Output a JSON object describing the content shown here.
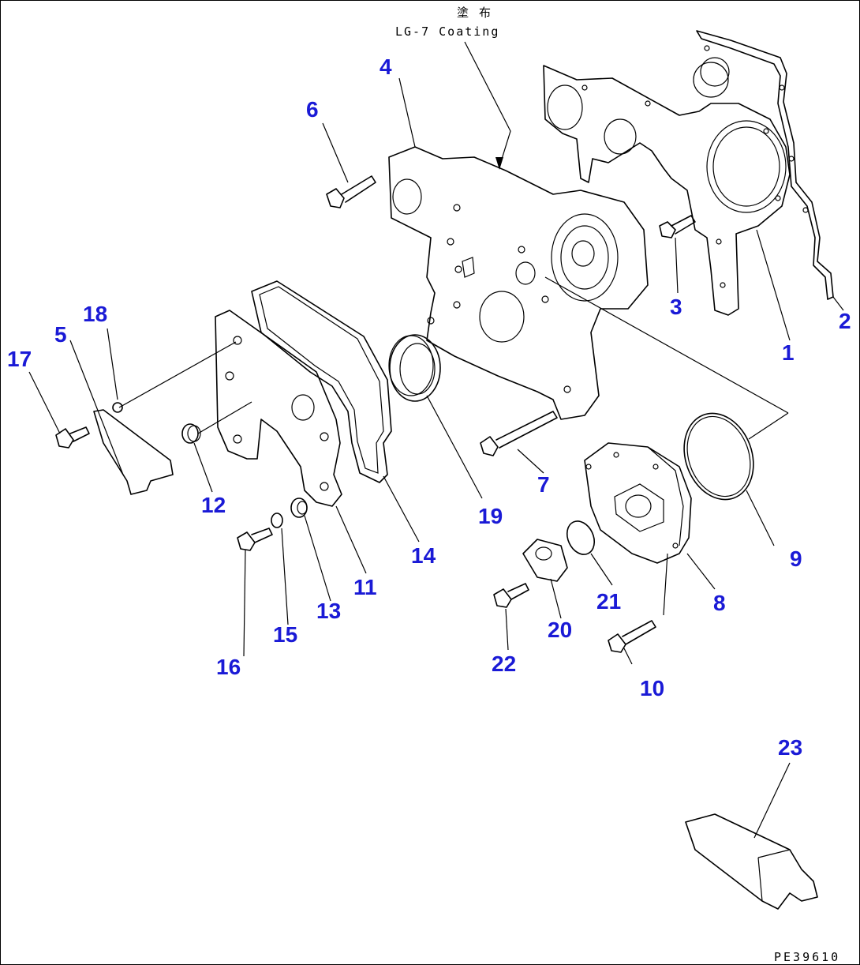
{
  "note": {
    "japanese": "塗 布",
    "english": "LG-7 Coating"
  },
  "drawing_code": "PE39610",
  "callouts": [
    {
      "id": "c1",
      "label": "1"
    },
    {
      "id": "c2",
      "label": "2"
    },
    {
      "id": "c3",
      "label": "3"
    },
    {
      "id": "c4",
      "label": "4"
    },
    {
      "id": "c5",
      "label": "5"
    },
    {
      "id": "c6",
      "label": "6"
    },
    {
      "id": "c7",
      "label": "7"
    },
    {
      "id": "c8",
      "label": "8"
    },
    {
      "id": "c9",
      "label": "9"
    },
    {
      "id": "c10",
      "label": "10"
    },
    {
      "id": "c11",
      "label": "11"
    },
    {
      "id": "c12",
      "label": "12"
    },
    {
      "id": "c13",
      "label": "13"
    },
    {
      "id": "c14",
      "label": "14"
    },
    {
      "id": "c15",
      "label": "15"
    },
    {
      "id": "c16",
      "label": "16"
    },
    {
      "id": "c17",
      "label": "17"
    },
    {
      "id": "c18",
      "label": "18"
    },
    {
      "id": "c19",
      "label": "19"
    },
    {
      "id": "c20",
      "label": "20"
    },
    {
      "id": "c21",
      "label": "21"
    },
    {
      "id": "c22",
      "label": "22"
    },
    {
      "id": "c23",
      "label": "23"
    }
  ],
  "colors": {
    "callout": "#1a1ad6",
    "line": "#000000",
    "background": "#ffffff"
  }
}
